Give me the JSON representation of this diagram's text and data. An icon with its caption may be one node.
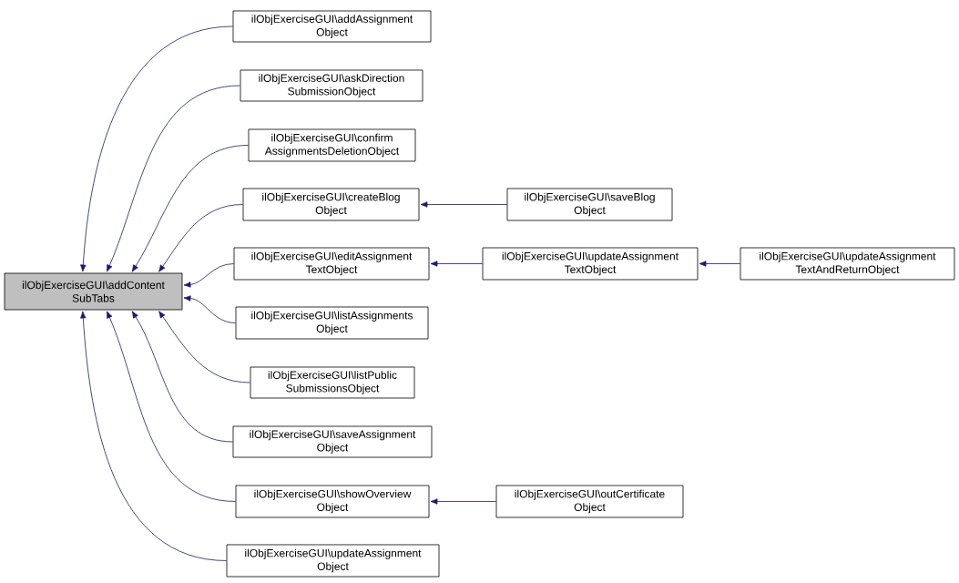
{
  "diagram": {
    "nodes": [
      {
        "text": [
          "ilObjExerciseGUI\\addContent SubTabs"
        ]
      },
      {
        "text": [
          "ilObjExerciseGUI\\addAssignment Object"
        ]
      },
      {
        "text": [
          "ilObjExerciseGUI\\askDirection SubmissionObject"
        ]
      },
      {
        "text": [
          "ilObjExerciseGUI\\confirm AssignmentsDeletionObject"
        ]
      },
      {
        "text": [
          "ilObjExerciseGUI\\createBlog Object"
        ]
      },
      {
        "text": [
          "ilObjExerciseGUI\\editAssignment TextObject"
        ]
      },
      {
        "text": [
          "ilObjExerciseGUI\\listAssignments Object"
        ]
      },
      {
        "text": [
          "ilObjExerciseGUI\\listPublic SubmissionsObject"
        ]
      },
      {
        "text": [
          "ilObjExerciseGUI\\saveAssignment Object"
        ]
      },
      {
        "text": [
          "ilObjExerciseGUI\\showOverview Object"
        ]
      },
      {
        "text": [
          "ilObjExerciseGUI\\updateAssignment Object"
        ]
      },
      {
        "text": [
          "ilObjExerciseGUI\\saveBlog Object"
        ]
      },
      {
        "text": [
          "ilObjExerciseGUI\\updateAssignment TextObject"
        ]
      },
      {
        "text": [
          "ilObjExerciseGUI\\outCertificate Object"
        ]
      },
      {
        "text": [
          "ilObjExerciseGUI\\updateAssignment TextAndReturnObject"
        ]
      }
    ],
    "edges": [
      {
        "from": 1,
        "to": 0,
        "arrow": "to"
      },
      {
        "from": 2,
        "to": 0,
        "arrow": "to"
      },
      {
        "from": 3,
        "to": 0,
        "arrow": "to"
      },
      {
        "from": 4,
        "to": 0,
        "arrow": "to"
      },
      {
        "from": 5,
        "to": 0,
        "arrow": "to"
      },
      {
        "from": 6,
        "to": 0,
        "arrow": "to"
      },
      {
        "from": 7,
        "to": 0,
        "arrow": "to"
      },
      {
        "from": 8,
        "to": 0,
        "arrow": "to"
      },
      {
        "from": 9,
        "to": 0,
        "arrow": "to"
      },
      {
        "from": 10,
        "to": 0,
        "arrow": "to"
      },
      {
        "from": 11,
        "to": 4,
        "arrow": "to"
      },
      {
        "from": 12,
        "to": 5,
        "arrow": "to"
      },
      {
        "from": 14,
        "to": 12,
        "arrow": "to"
      },
      {
        "from": 13,
        "to": 9,
        "arrow": "to"
      }
    ]
  }
}
